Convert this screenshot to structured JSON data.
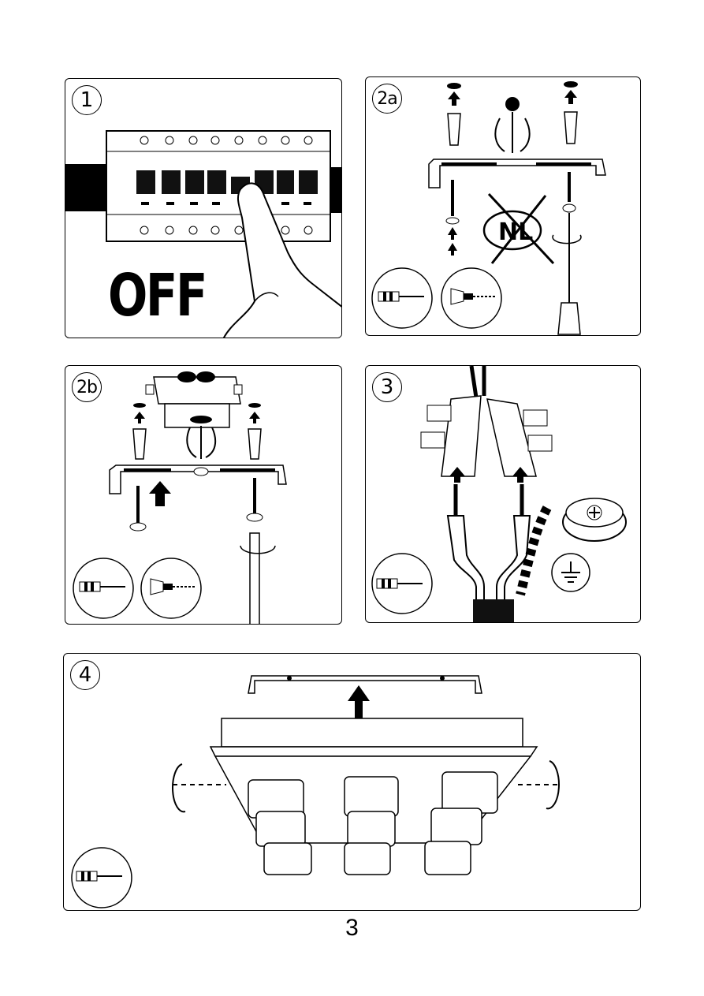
{
  "panels": {
    "p1": {
      "step": "1",
      "off_label": "OFF"
    },
    "p2a": {
      "step": "2a"
    },
    "p2b": {
      "step": "2b"
    },
    "p3": {
      "step": "3"
    },
    "p4": {
      "step": "4"
    }
  },
  "icons": {
    "screwdriver": "screwdriver-icon",
    "drill": "drill-icon",
    "ground": "ground-symbol-icon",
    "no_nl": "prohibited-nl-icon"
  },
  "page_number": "3"
}
